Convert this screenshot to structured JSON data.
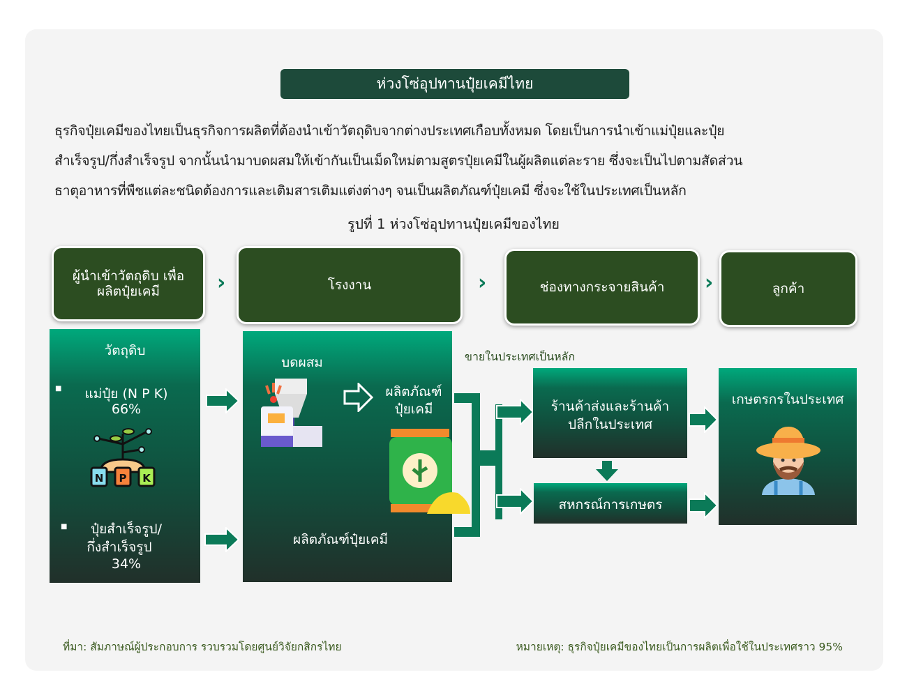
{
  "title": "ห่วงโซ่อุปทานปุ๋ยเคมีไทย",
  "paragraph": [
    "ธุรกิจปุ๋ยเคมีของไทยเป็นธุรกิจการผลิตที่ต้องนำเข้าวัตถุดิบจากต่างประเทศเกือบทั้งหมด โดยเป็นการนำเข้าแม่ปุ๋ยและปุ๋ย",
    "สำเร็จรูป/กึ่งสำเร็จรูป จากนั้นนำมาบดผสมให้เข้ากันเป็นเม็ดใหม่ตามสูตรปุ๋ยเคมีในผู้ผลิตแต่ละราย ซึ่งจะเป็นไปตามสัดส่วน",
    "ธาตุอาหารที่พืชแต่ละชนิดต้องการและเติมสารเติมแต่งต่างๆ จนเป็นผลิตภัณฑ์ปุ๋ยเคมี ซึ่งจะใช้ในประเทศเป็นหลัก"
  ],
  "caption": "รูปที่ 1 ห่วงโซ่อุปทานปุ๋ยเคมีของไทย",
  "stages": [
    "ผู้นำเข้าวัตถุดิบ เพื่อผลิตปุ๋ยเคมี",
    "โรงงาน",
    "ช่องทางกระจายสินค้า",
    "ลูกค้า"
  ],
  "raw": {
    "title": "วัตถุดิบ",
    "item1": "แม่ปุ๋ย (N P K)",
    "item1_pct": "66%",
    "item2a": "ปุ๋ยสำเร็จรูป/",
    "item2b": "กึ่งสำเร็จรูป",
    "item2_pct": "34%",
    "npk": [
      "N",
      "P",
      "K"
    ]
  },
  "factory": {
    "mix": "บดผสม",
    "product_a": "ผลิตภัณฑ์",
    "product_b": "ปุ๋ยเคมี",
    "product_full": "ผลิตภัณฑ์ปุ๋ยเคมี"
  },
  "channel_label": "ขายในประเทศเป็นหลัก",
  "channels": {
    "retail_a": "ร้านค้าส่งและร้านค้า",
    "retail_b": "ปลีกในประเทศ",
    "coop": "สหกรณ์การเกษตร"
  },
  "customer": "เกษตรกรในประเทศ",
  "footer": {
    "source": "ที่มา: สัมภาษณ์ผู้ประกอบการ รวบรวมโดยศูนย์วิจัยกสิกรไทย",
    "note": "หมายเหตุ: ธุรกิจปุ๋ยเคมีของไทยเป็นการผลิตเพื่อใช้ในประเทศราว 95%"
  },
  "colors": {
    "dark": "#1d4a3a",
    "stage": "#2c4d21",
    "accent": "#0b7a58"
  }
}
